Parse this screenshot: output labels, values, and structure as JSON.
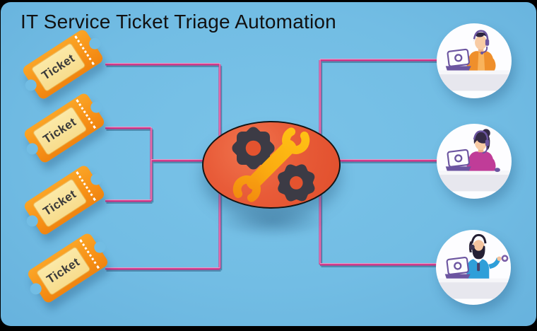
{
  "title": "IT Service Ticket Triage Automation",
  "tickets": [
    {
      "label": "Ticket"
    },
    {
      "label": "Ticket"
    },
    {
      "label": "Ticket"
    },
    {
      "label": "Ticket"
    }
  ],
  "hub": {
    "icon": "gear-wrench-icon"
  },
  "agents": [
    {
      "icon": "male-support-agent-icon",
      "shirt_color": "#EF8F2B"
    },
    {
      "icon": "female-support-agent-icon",
      "shirt_color": "#C03C98"
    },
    {
      "icon": "bearded-support-agent-icon",
      "shirt_color": "#2F9FD9"
    }
  ],
  "colors": {
    "background": "#72BDE4",
    "frame": "#000000",
    "connector": "#D12E82",
    "connector_highlight": "#F29BC7",
    "ticket_orange": "#F79117",
    "ticket_panel": "#FAE296",
    "hub_fill": "#E4532F",
    "wrench_yellow": "#FBB40F",
    "gear_gray": "#3C3B45",
    "title_text": "#111111"
  }
}
